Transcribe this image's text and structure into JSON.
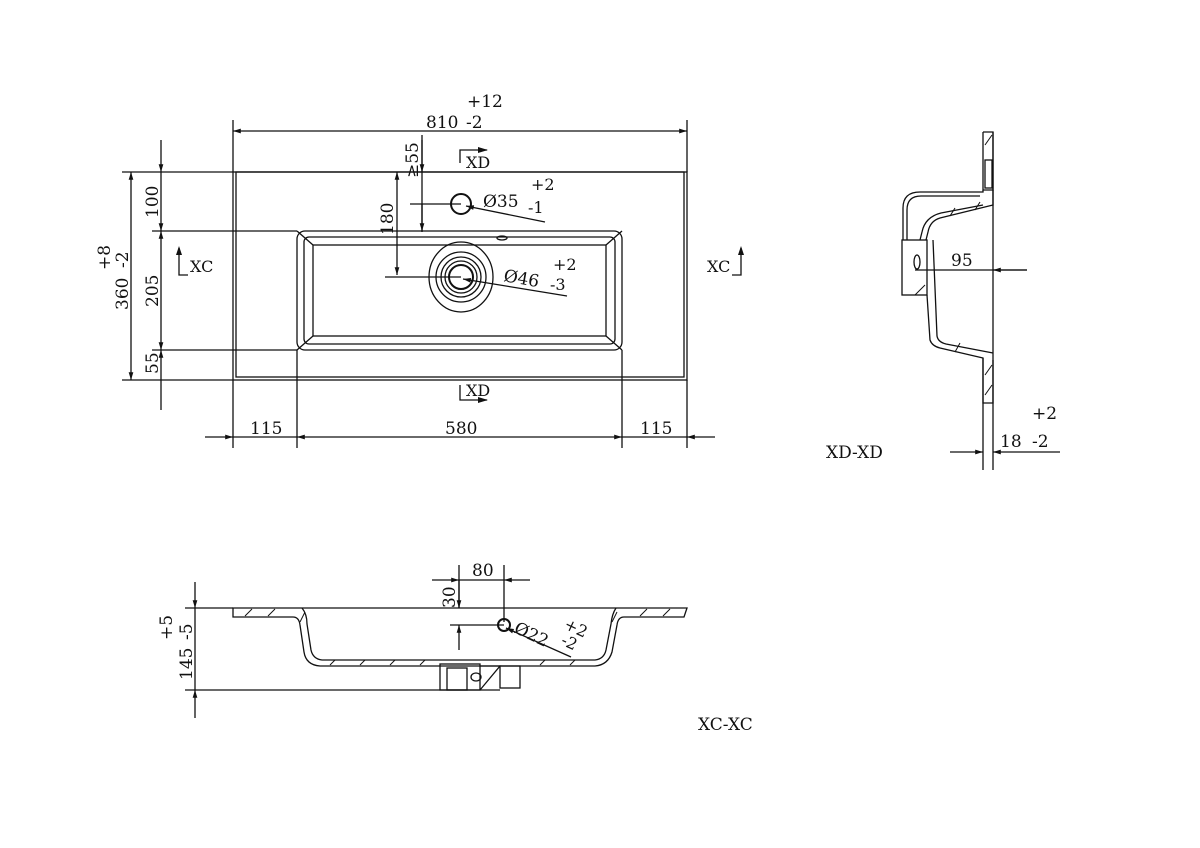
{
  "top_view": {
    "width": {
      "value": "810",
      "tol_plus": "+12",
      "tol_minus": "-2"
    },
    "depth": {
      "value": "360",
      "tol_plus": "+8",
      "tol_minus": "-2"
    },
    "rear_margin": "100",
    "basin_depth": "205",
    "front_margin": "55",
    "tap_to_drain": "180",
    "min_tap_offset": "≥55",
    "tap_hole": {
      "dia": "Ø35",
      "tol_plus": "+2",
      "tol_minus": "-1"
    },
    "drain_hole": {
      "dia": "Ø46",
      "tol_plus": "+2",
      "tol_minus": "-3"
    },
    "left_margin": "115",
    "basin_width": "580",
    "right_margin": "115",
    "section_c": "XC",
    "section_d": "XD"
  },
  "side_section": {
    "title": "XD-XD",
    "drain_offset": "95",
    "thickness": {
      "value": "18",
      "tol_plus": "+2",
      "tol_minus": "-2"
    }
  },
  "front_section": {
    "title": "XC-XC",
    "height": {
      "value": "145",
      "tol_plus": "+5",
      "tol_minus": "-5"
    },
    "overflow_x": "80",
    "overflow_y": "30",
    "overflow_hole": {
      "dia": "Ø22",
      "tol_plus": "+2",
      "tol_minus": "-2"
    }
  }
}
